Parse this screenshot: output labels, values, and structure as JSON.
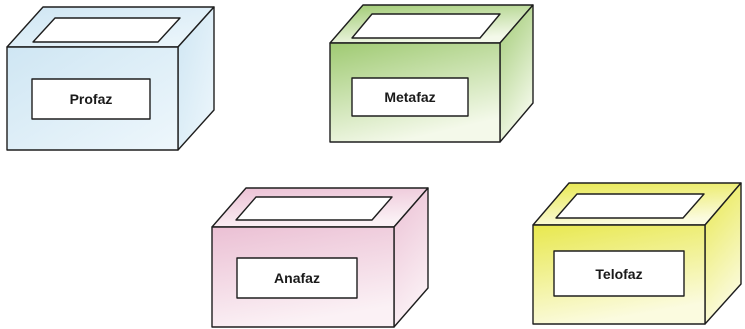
{
  "boxes": [
    {
      "label": "Profaz",
      "color": "#d6eaf5",
      "color_light": "#eef7fc"
    },
    {
      "label": "Metafaz",
      "color": "#a9cf7e",
      "color_light": "#f1f8e6"
    },
    {
      "label": "Anafaz",
      "color": "#edc8d9",
      "color_light": "#fbf1f5"
    },
    {
      "label": "Telofaz",
      "color": "#ecec62",
      "color_light": "#fbfbe0"
    }
  ]
}
